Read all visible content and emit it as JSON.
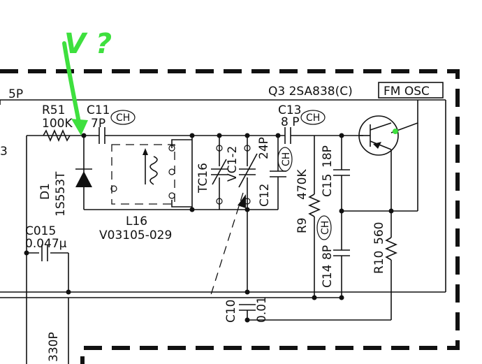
{
  "header": {
    "transistor": "Q3 2SA838(C)",
    "section": "FM OSC",
    "supply": "5P"
  },
  "left_edge": {
    "fragment": "3"
  },
  "components": {
    "r51": {
      "ref": "R51",
      "value": "100K"
    },
    "c11": {
      "ref": "C11",
      "value": "7P",
      "tag": "CH"
    },
    "c13": {
      "ref": "C13",
      "value": "8 P",
      "tag": "CH"
    },
    "d1": {
      "ref": "D1",
      "part": "1S553T"
    },
    "l16": {
      "ref": "L16",
      "part": "V03105-029"
    },
    "tc16": {
      "ref": "TC16"
    },
    "vc1": {
      "ref": "VC1-2"
    },
    "c12": {
      "ref": "C12",
      "value": "24P",
      "tag": "CH"
    },
    "r9": {
      "ref": "R9",
      "value": "470K"
    },
    "c15": {
      "ref": "C15",
      "value": "18P"
    },
    "c14": {
      "ref": "C14",
      "value": "8P",
      "tag": "CH"
    },
    "r10": {
      "ref": "R10",
      "value": "560"
    },
    "c015": {
      "ref": "C015",
      "value": "0.047μ"
    },
    "c10": {
      "ref": "C10",
      "value": "0.01"
    },
    "c330": {
      "value": "330P"
    }
  },
  "annotation": {
    "marks": "V ?"
  }
}
